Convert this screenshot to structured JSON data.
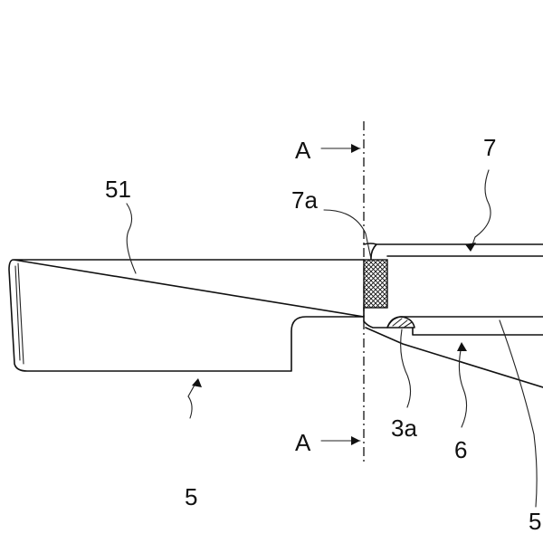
{
  "labels": {
    "section_top": "A",
    "section_bottom": "A",
    "part_51": "51",
    "part_7": "7",
    "part_7a": "7a",
    "part_5": "5",
    "part_3a": "3a",
    "part_6": "6",
    "part_5_partial": "5"
  },
  "colors": {
    "ink": "#111111",
    "background": "#ffffff"
  }
}
